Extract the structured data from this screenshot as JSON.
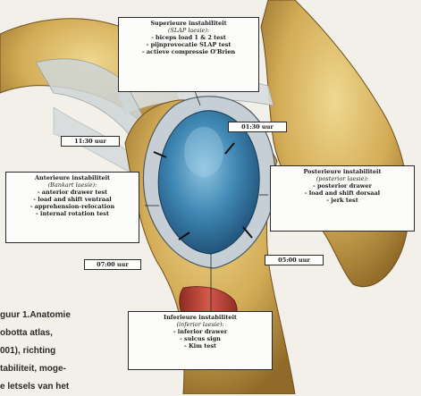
{
  "labels": {
    "superior": {
      "title": "Superieure instabiliteit",
      "subtitle": "(SLAP laesie):",
      "items": [
        "- biceps load 1 & 2 test",
        "- pijnprovocatie SLAP test",
        "- actieve compressie O'Brien"
      ]
    },
    "anterior": {
      "title": "Anterieure instabiliteit",
      "subtitle": "(Bankart laesie):",
      "items": [
        "- anterior drawer test",
        "- load and shift ventraal",
        "- apprehension-relocation",
        "- internal rotation test"
      ]
    },
    "posterior": {
      "title": "Posterieure instabiliteit",
      "subtitle": "(posterior laesie):",
      "items": [
        "- posterior drawer",
        "- load and shift dorsaal",
        "- jerk test"
      ]
    },
    "inferior": {
      "title": "Inferieure instabiliteit",
      "subtitle": "(inferior laesie):",
      "items": [
        "- inferior drawer",
        "- sulcus sign",
        "- Kim test"
      ]
    }
  },
  "clock_labels": {
    "top_left": "11:30 uur",
    "top_right": "01:30 uur",
    "bottom_left": "07:00 uur",
    "bottom_right": "05:00 uur"
  },
  "caption": [
    "guur 1.Anatomie",
    "obotta atlas,",
    "001), richting",
    "tabiliteit, moge-",
    "e letsels van het"
  ],
  "colors": {
    "bone": "#c9a24a",
    "bone_light": "#e8cd86",
    "glenoid": "#3e86b0",
    "glenoid_dark": "#1e4f72",
    "labrum": "#b7c3cc",
    "muscle": "#c0483a",
    "ligament": "#d8dcdc"
  }
}
